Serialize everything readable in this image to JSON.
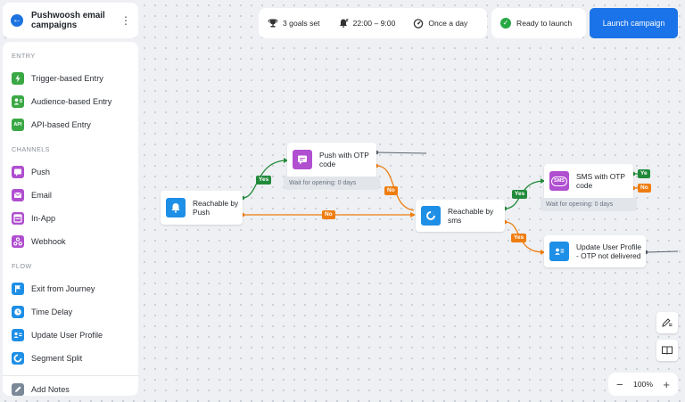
{
  "header": {
    "title": "Pushwoosh email campaigns"
  },
  "sidebar": {
    "sections": [
      {
        "title": "ENTRY",
        "items": [
          {
            "label": "Trigger-based Entry",
            "icon": "bolt-icon"
          },
          {
            "label": "Audience-based Entry",
            "icon": "audience-icon"
          },
          {
            "label": "API-based Entry",
            "icon": "api-icon",
            "glyph": "API"
          }
        ]
      },
      {
        "title": "CHANNELS",
        "items": [
          {
            "label": "Push",
            "icon": "push-icon"
          },
          {
            "label": "Email",
            "icon": "email-icon"
          },
          {
            "label": "In-App",
            "icon": "in-app-icon"
          },
          {
            "label": "Webhook",
            "icon": "webhook-icon"
          }
        ]
      },
      {
        "title": "FLOW",
        "items": [
          {
            "label": "Exit from Journey",
            "icon": "exit-flag-icon"
          },
          {
            "label": "Time Delay",
            "icon": "clock-icon"
          },
          {
            "label": "Update User Profile",
            "icon": "user-profile-icon"
          },
          {
            "label": "Segment Split",
            "icon": "segment-split-icon"
          }
        ]
      }
    ],
    "notes": {
      "label": "Add Notes"
    }
  },
  "topbar": {
    "goals": "3 goals set",
    "time": "22:00 – 9:00",
    "frequency": "Once a day",
    "status": "Ready to launch",
    "launch_label": "Launch campaign"
  },
  "canvas": {
    "nodes": {
      "reachable_push": {
        "label": "Reachable by Push"
      },
      "push_otp": {
        "label": "Push with OTP code",
        "wait": "Wait for opening: 0 days"
      },
      "reachable_sms": {
        "label": "Reachable by sms"
      },
      "sms_otp": {
        "label": "SMS with OTP code",
        "wait": "Wait for opening: 0 days",
        "icon_text": "SMS"
      },
      "update_profile": {
        "label": "Update User Profile - OTP not delivered"
      }
    },
    "branches": {
      "yes": "Yes",
      "no": "No",
      "yes_short": "Ye",
      "no_short": "No"
    },
    "colors": {
      "yes": "#218a3a",
      "no": "#ef7d10",
      "accent": "#1a73e8"
    }
  },
  "zoom": {
    "level": "100%",
    "minus": "−",
    "plus": "+"
  }
}
